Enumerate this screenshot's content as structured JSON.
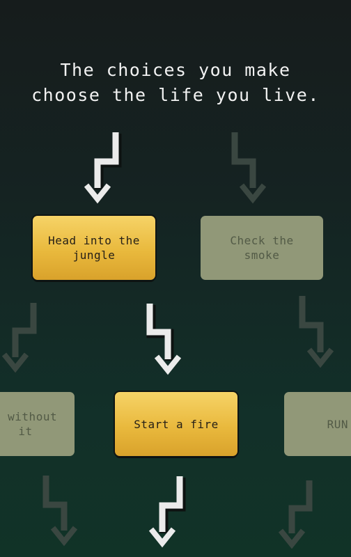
{
  "tagline": {
    "line1": "The choices you make",
    "line2": "choose the life you live."
  },
  "choices": {
    "head_into_jungle": "Head into the\njungle",
    "check_smoke": "Check the\nsmoke",
    "go_without_it": "o without\nit",
    "start_fire": "Start a fire",
    "run": "RUN"
  },
  "colors": {
    "active_choice": "#e9b93d",
    "dim_choice": "#919878",
    "arrow_active": "#ebebeb",
    "arrow_dim": "#3a4741"
  },
  "icons": {
    "arrow": "zigzag-down-arrow-icon"
  }
}
